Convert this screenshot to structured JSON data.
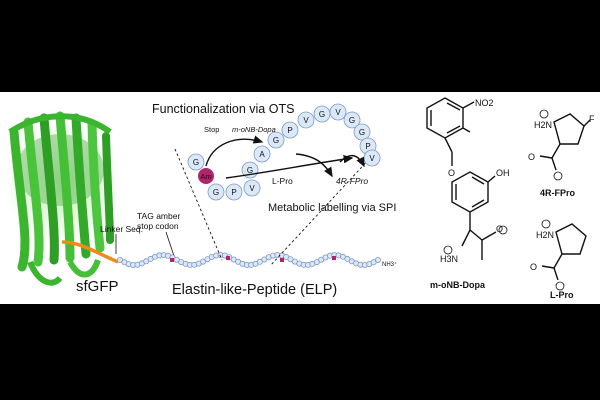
{
  "title": "Functionalization via OTS",
  "labels": {
    "sfgfp": "sfGFP",
    "linker": "Linker Seq.",
    "tag_line1": "TAG amber",
    "tag_line2": "stop codon",
    "elp": "Elastin-like-Peptide (ELP)",
    "nh3": "NH3⁺",
    "stop": "Stop",
    "oncb_dopa_arrow": "m-oNB-Dopa",
    "lpro_arrow": "L-Pro",
    "fpro_arrow": "4R-FPro",
    "metabolic": "Metabolic labelling via SPI",
    "am": "Am"
  },
  "peptide_beads": [
    "G",
    "G",
    "P",
    "V",
    "G",
    "A",
    "G",
    "P",
    "V",
    "G",
    "V",
    "G",
    "G",
    "P",
    "V"
  ],
  "molecules": {
    "dopa": {
      "name": "m-oNB-Dopa",
      "no2": "NO2",
      "oh": "OH",
      "o": "O",
      "h3n": "H3N"
    },
    "fpro": {
      "name": "4R-FPro",
      "f": "F",
      "h2n": "H2N",
      "o": "O"
    },
    "lpro": {
      "name": "L-Pro",
      "h2n": "H2N",
      "o": "O"
    }
  },
  "colors": {
    "protein": "#3bb52e",
    "linker": "#f08a1c",
    "am": "#b0246a",
    "bead": "#dbe8f7"
  }
}
